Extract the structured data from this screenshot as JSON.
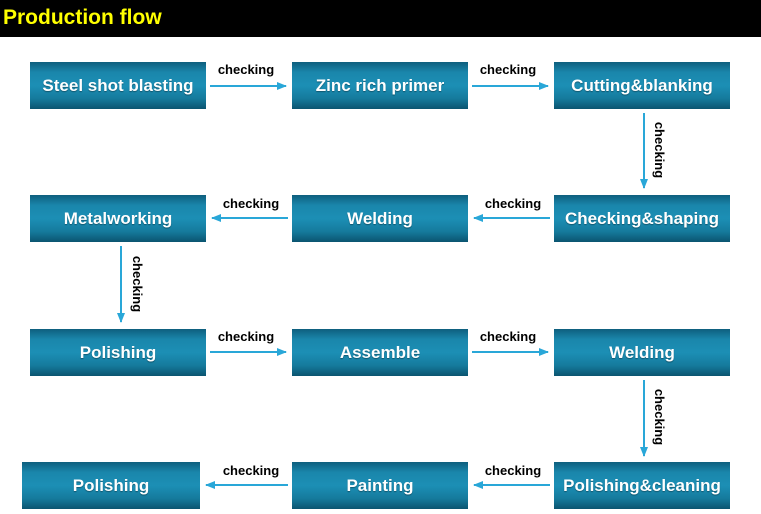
{
  "header": {
    "title": "Production flow"
  },
  "colors": {
    "box_fill": "#1a86ab",
    "arrow": "#29a7d8",
    "header_bg": "#000000",
    "header_text": "#ffff00"
  },
  "flow": {
    "steps": [
      "Steel shot blasting",
      "Zinc rich primer",
      "Cutting&blanking",
      "Checking&shaping",
      "Welding",
      "Metalworking",
      "Polishing",
      "Assemble",
      "Welding",
      "Polishing&cleaning",
      "Painting",
      "Polishing"
    ],
    "connector_labels": [
      "checking",
      "checking",
      "checking",
      "checking",
      "checking",
      "checking",
      "checking",
      "checking",
      "checking",
      "checking",
      "checking"
    ]
  }
}
